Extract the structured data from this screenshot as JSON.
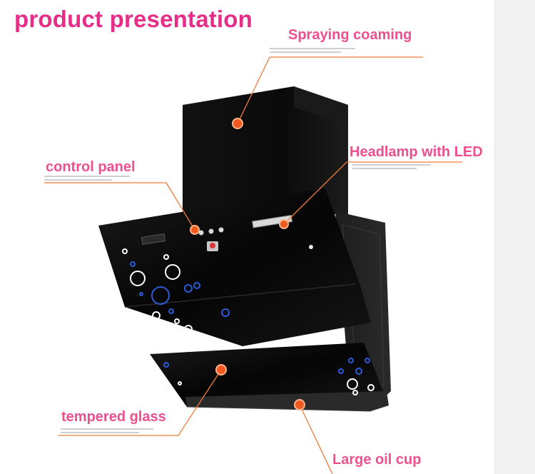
{
  "title": "product presentation",
  "colors": {
    "title": "#e62d87",
    "label": "#ee4f8e",
    "leader": "#f07c3a",
    "marker": "#f05a1e",
    "hood_body": "#0d0d0d",
    "circles_white": "#ffffff",
    "circles_blue": "#2c5bd8"
  },
  "callouts": [
    {
      "id": "spraying-coaming",
      "label": "Spraying coaming"
    },
    {
      "id": "headlamp-led",
      "label": "Headlamp with LED"
    },
    {
      "id": "control-panel",
      "label": "control panel"
    },
    {
      "id": "tempered-glass",
      "label": "tempered glass"
    },
    {
      "id": "large-oil-cup",
      "label": "Large oil cup"
    }
  ]
}
